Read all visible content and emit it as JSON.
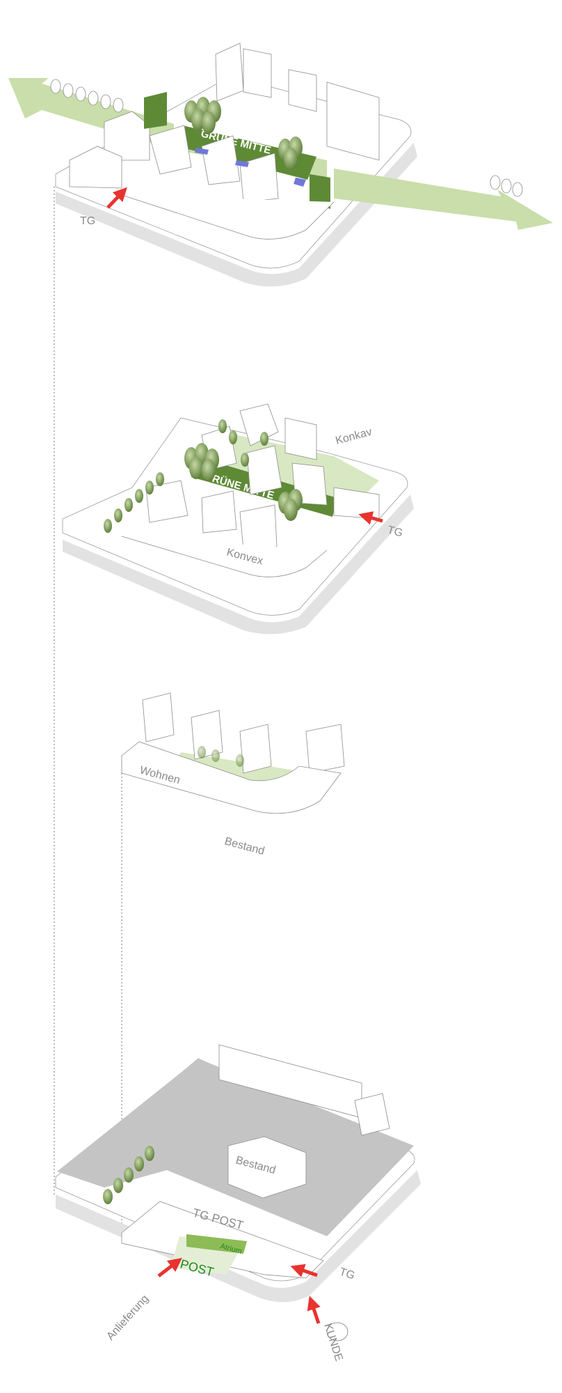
{
  "layers": [
    {
      "id": "level-roof",
      "labels": {
        "green_center": "GRÜNE MITTE",
        "tg": "TG"
      }
    },
    {
      "id": "level-upper",
      "labels": {
        "green_center": "GRÜNE MITTE",
        "concave": "Konkav",
        "convex": "Konvex",
        "tg": "TG"
      }
    },
    {
      "id": "level-housing",
      "labels": {
        "housing": "Wohnen"
      }
    },
    {
      "id": "level-ground",
      "labels": {
        "existing_1": "Bestand",
        "existing_2": "Bestand",
        "tg_post": "TG POST",
        "atrium": "Atrium",
        "post": "POST",
        "delivery": "Anlieferung",
        "customer": "KUNDE",
        "tg": "TG"
      }
    }
  ],
  "colors": {
    "green_light": "#c9deaa",
    "green_dark": "#5e8a36",
    "arrow_red": "#e8332f",
    "ground_grey": "#c4c4c4",
    "water_blue": "#7078d8",
    "label_grey": "#8a8a8a",
    "label_green": "#1f8a1f"
  }
}
